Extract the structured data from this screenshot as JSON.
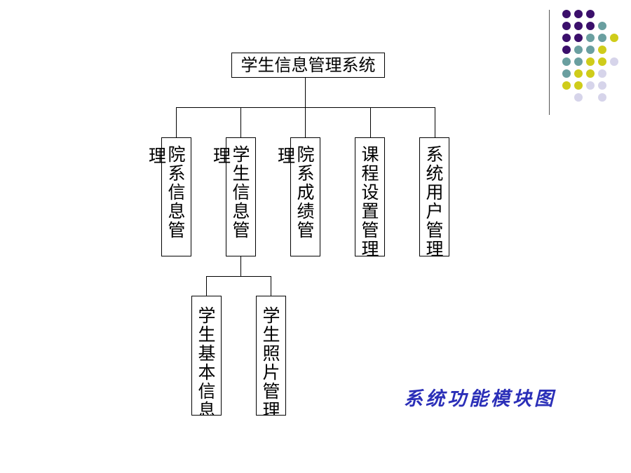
{
  "diagram": {
    "root": "学生信息管理系统",
    "modules": [
      {
        "id": "m1",
        "label": "院系信息管理",
        "visible_in_box": "院系信息管",
        "overflow_char": "理"
      },
      {
        "id": "m2",
        "label": "学生信息管理",
        "visible_in_box": "学生信息管",
        "overflow_char": "理"
      },
      {
        "id": "m3",
        "label": "院系成绩管理",
        "visible_in_box": "院系成绩管",
        "overflow_char": "理"
      },
      {
        "id": "m4",
        "label": "课程设置管理",
        "visible_in_box": "课程设置管理",
        "overflow_char": ""
      },
      {
        "id": "m5",
        "label": "系统用户管理",
        "visible_in_box": "系统用户管理",
        "overflow_char": ""
      }
    ],
    "submodules": [
      {
        "parent": "m2",
        "label": "学生基本信息"
      },
      {
        "parent": "m2",
        "label": "学生照片管理"
      }
    ]
  },
  "caption": "系统功能模块图",
  "colors": {
    "line": "#000000",
    "caption": "#2b2fb8",
    "dot_purple": "#3b0f6b",
    "dot_teal": "#6a9fa0",
    "dot_yellow": "#cfcc1a",
    "dot_lavender": "#d6d4ea"
  },
  "decoration": {
    "dot_pattern": [
      [
        "purple",
        "purple",
        "purple",
        "",
        "",
        ""
      ],
      [
        "purple",
        "purple",
        "purple",
        "teal",
        "",
        ""
      ],
      [
        "purple",
        "purple",
        "teal",
        "teal",
        "yellow",
        ""
      ],
      [
        "purple",
        "teal",
        "teal",
        "yellow",
        "",
        ""
      ],
      [
        "teal",
        "teal",
        "yellow",
        "yellow",
        "lavender",
        ""
      ],
      [
        "teal",
        "yellow",
        "yellow",
        "lavender",
        "",
        ""
      ],
      [
        "yellow",
        "yellow",
        "lavender",
        "lavender",
        "",
        ""
      ],
      [
        "",
        "lavender",
        "",
        "lavender",
        "",
        ""
      ]
    ]
  }
}
